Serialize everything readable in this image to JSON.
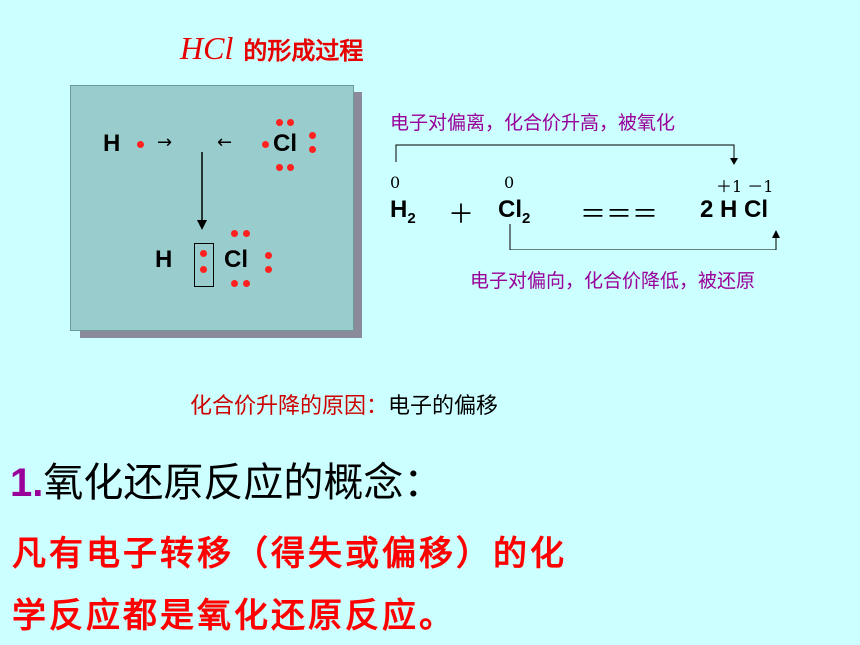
{
  "title": {
    "formula": "HCl",
    "text": "的形成过程"
  },
  "diagram": {
    "h": "H",
    "cl": "Cl",
    "arrow_right": "→",
    "arrow_left": "←",
    "result_h": "H",
    "result_cl": "Cl"
  },
  "equation": {
    "top_note": "电子对偏离，化合价升高，被氧化",
    "bottom_note": "电子对偏向，化合价降低，被还原",
    "ox_h2": "0",
    "ox_cl2": "0",
    "ox_hcl": "＋1 －1",
    "h2": "H",
    "h2_sub": "2",
    "plus": "＋",
    "cl2": "Cl",
    "cl2_sub": "2",
    "equals": "＝＝＝",
    "product": "2 H  Cl"
  },
  "reason": {
    "label": "化合价升降的原因：",
    "value": "电子的偏移"
  },
  "concept": {
    "number": "1.",
    "text": "氧化还原反应的概念："
  },
  "definition": {
    "line1": "凡有电子转移（得失或偏移）的化",
    "line2": "学反应都是氧化还原反应。"
  },
  "colors": {
    "background": "#ccffff",
    "accent_red": "#e60000",
    "note_purple": "#990099",
    "box": "#99cccc"
  }
}
